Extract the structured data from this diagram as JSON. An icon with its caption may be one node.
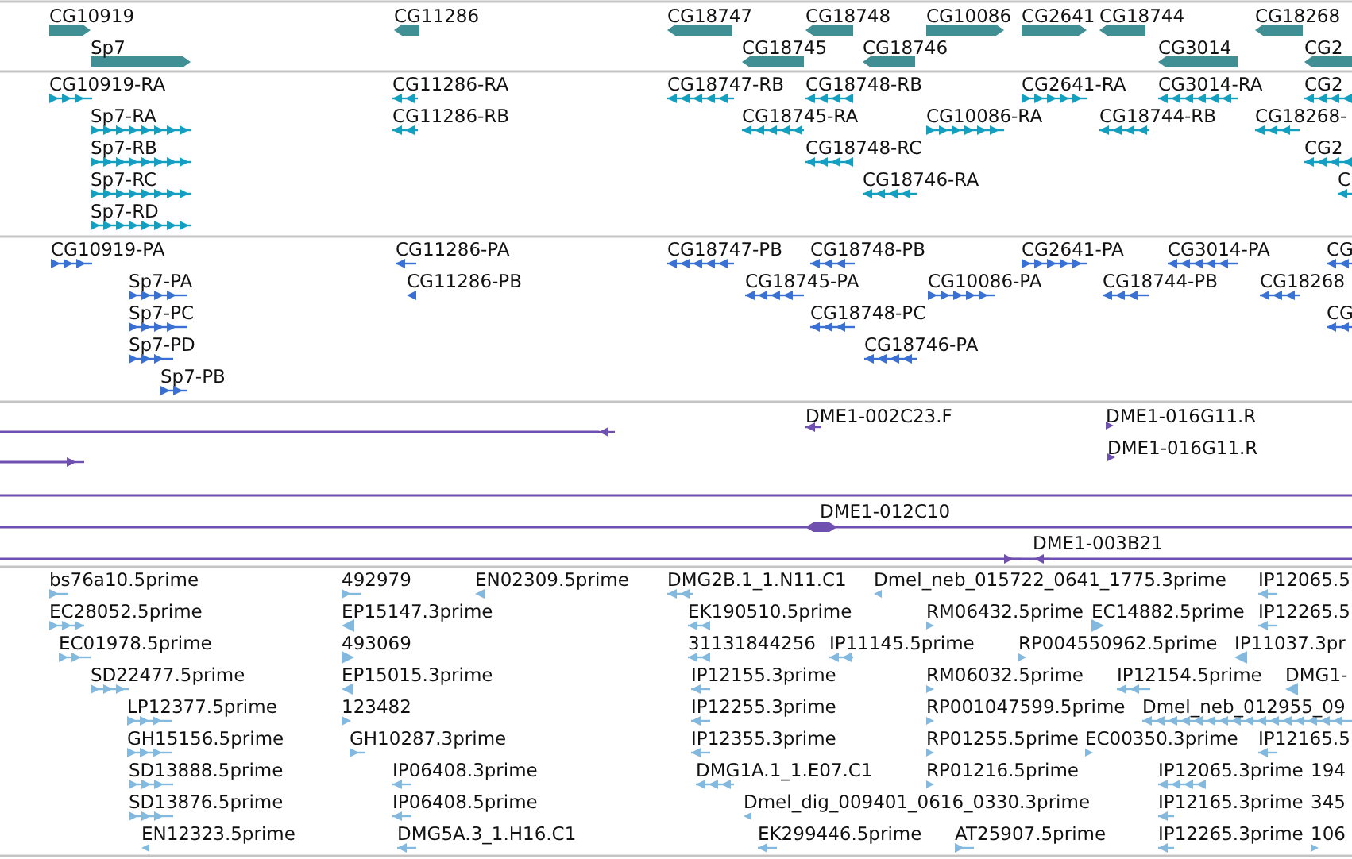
{
  "diagram": {
    "labels": [
      "CG10919",
      "CG11286",
      "CG18747",
      "CG18748",
      "CG10086",
      "CG2641",
      "CG18744",
      "CG18268",
      "Sp7",
      "CG18745",
      "CG18746",
      "CG3014",
      "CG2",
      "CG10919-RA",
      "CG11286-RA",
      "CG18747-RB",
      "CG18748-RB",
      "CG2641-RA",
      "CG3014-RA",
      "CG2",
      "Sp7-RA",
      "CG11286-RB",
      "CG18745-RA",
      "CG10086-RA",
      "CG18744-RB",
      "CG18268-",
      "Sp7-RB",
      "CG18748-RC",
      "CG2",
      "Sp7-RC",
      "CG18746-RA",
      "C",
      "Sp7-RD",
      "CG10919-PA",
      "CG11286-PA",
      "CG18747-PB",
      "CG18748-PB",
      "CG2641-PA",
      "CG3014-PA",
      "CG",
      "Sp7-PA",
      "CG11286-PB",
      "CG18745-PA",
      "CG10086-PA",
      "CG18744-PB",
      "CG18268",
      "Sp7-PC",
      "CG18748-PC",
      "CG",
      "Sp7-PD",
      "CG18746-PA",
      "Sp7-PB",
      "DME1-002C23.F",
      "DME1-016G11.R",
      "DME1-016G11.R",
      "DME1-012C10",
      "DME1-003B21",
      "bs76a10.5prime",
      "492979",
      "EN02309.5prime",
      "DMG2B.1_1.N11.C1",
      "Dmel_neb_015722_0641_1775.3prime",
      "IP12065.5",
      "EC28052.5prime",
      "EP15147.3prime",
      "EK190510.5prime",
      "RM06432.5prime",
      "EC14882.5prime",
      "IP12265.5",
      "EC01978.5prime",
      "493069",
      "31131844256",
      "IP11145.5prime",
      "RP004550962.5prime",
      "IP11037.3pr",
      "SD22477.5prime",
      "EP15015.3prime",
      "IP12155.3prime",
      "RM06032.5prime",
      "IP12154.5prime",
      "DMG1-",
      "LP12377.5prime",
      "123482",
      "IP12255.3prime",
      "RP001047599.5prime",
      "Dmel_neb_012955_09",
      "GH15156.5prime",
      "GH10287.3prime",
      "IP12355.3prime",
      "RP01255.5prime",
      "EC00350.3prime",
      "IP12165.5",
      "SD13888.5prime",
      "IP06408.3prime",
      "DMG1A.1_1.E07.C1",
      "RP01216.5prime",
      "IP12065.3prime",
      "194",
      "SD13876.5prime",
      "IP06408.5prime",
      "Dmel_dig_009401_0616_0330.3prime",
      "IP12165.3prime",
      "345",
      "EN12323.5prime",
      "DMG5A.3_1.H16.C1",
      "EK299446.5prime",
      "AT25907.5prime",
      "IP12265.3prime",
      "106"
    ]
  }
}
